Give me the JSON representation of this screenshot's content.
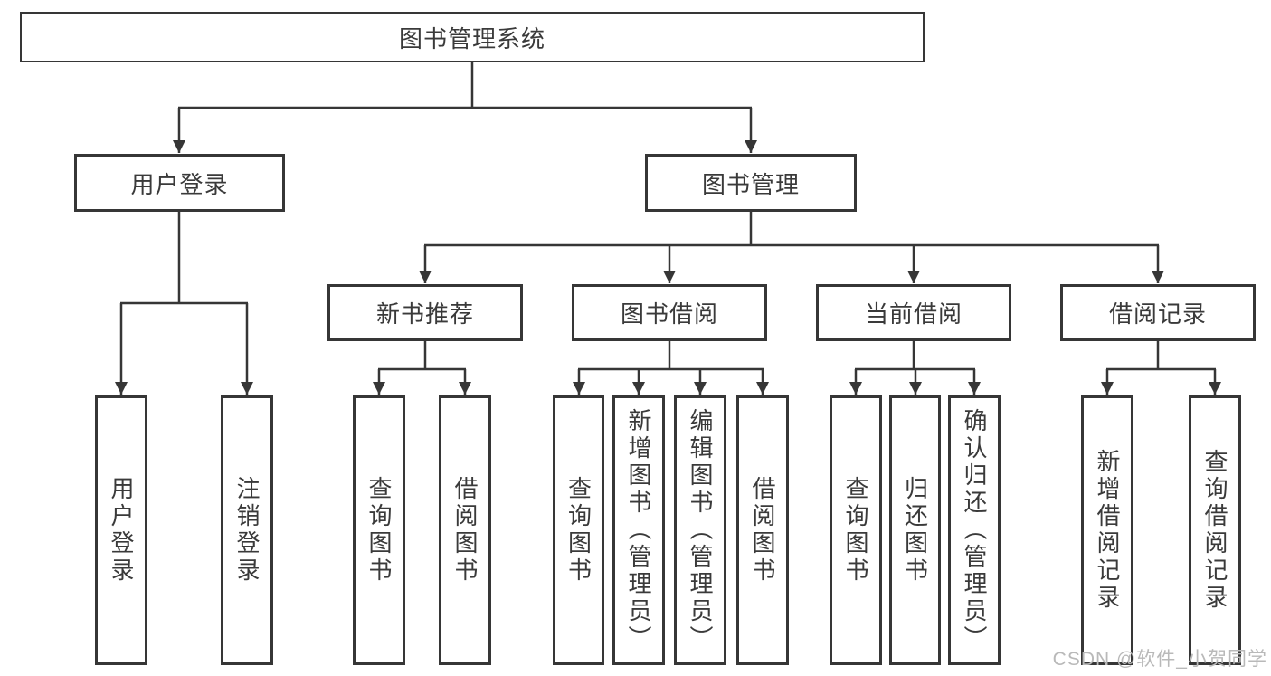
{
  "diagram": {
    "title": "图书管理系统",
    "root": {
      "label": "图书管理系统"
    },
    "level2": [
      {
        "label": "用户登录"
      },
      {
        "label": "图书管理"
      }
    ],
    "level3": [
      {
        "label": "新书推荐",
        "parent": "图书管理"
      },
      {
        "label": "图书借阅",
        "parent": "图书管理"
      },
      {
        "label": "当前借阅",
        "parent": "图书管理"
      },
      {
        "label": "借阅记录",
        "parent": "图书管理"
      }
    ],
    "leaves": [
      {
        "label": "用户登录",
        "parent": "用户登录"
      },
      {
        "label": "注销登录",
        "parent": "用户登录"
      },
      {
        "label": "查询图书",
        "parent": "新书推荐"
      },
      {
        "label": "借阅图书",
        "parent": "新书推荐"
      },
      {
        "label": "查询图书",
        "parent": "图书借阅"
      },
      {
        "label": "新增图书（管理员）",
        "parent": "图书借阅"
      },
      {
        "label": "编辑图书（管理员）",
        "parent": "图书借阅"
      },
      {
        "label": "借阅图书",
        "parent": "图书借阅"
      },
      {
        "label": "查询图书",
        "parent": "当前借阅"
      },
      {
        "label": "归还图书",
        "parent": "当前借阅"
      },
      {
        "label": "确认归还（管理员）",
        "parent": "当前借阅"
      },
      {
        "label": "新增借阅记录",
        "parent": "借阅记录"
      },
      {
        "label": "查询借阅记录",
        "parent": "借阅记录"
      }
    ],
    "colors": {
      "line": "#363636",
      "border": "#363636",
      "text": "#3a3a3a",
      "background": "#ffffff",
      "watermark": "#b9b9b9"
    }
  },
  "watermark": {
    "text": "CSDN @软件_小贺同学"
  }
}
